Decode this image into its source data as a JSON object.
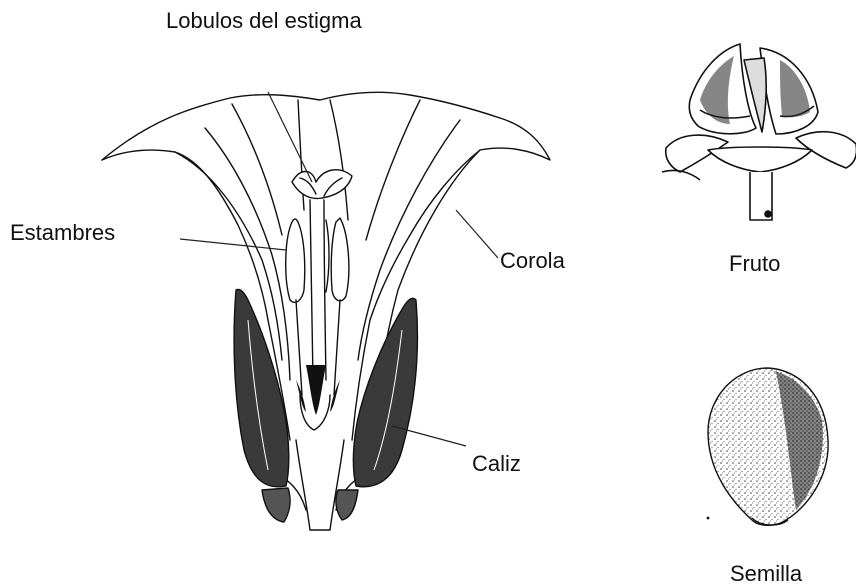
{
  "labels": {
    "stigma_lobes": "Lobulos del estigma",
    "stamens": "Estambres",
    "corolla": "Corola",
    "calyx": "Caliz",
    "fruit": "Fruto",
    "seed": "Semilla"
  },
  "colors": {
    "background": "#ffffff",
    "ink": "#111111",
    "calyx_fill": "#3a3a3a",
    "seed_stipple": "#555555"
  }
}
